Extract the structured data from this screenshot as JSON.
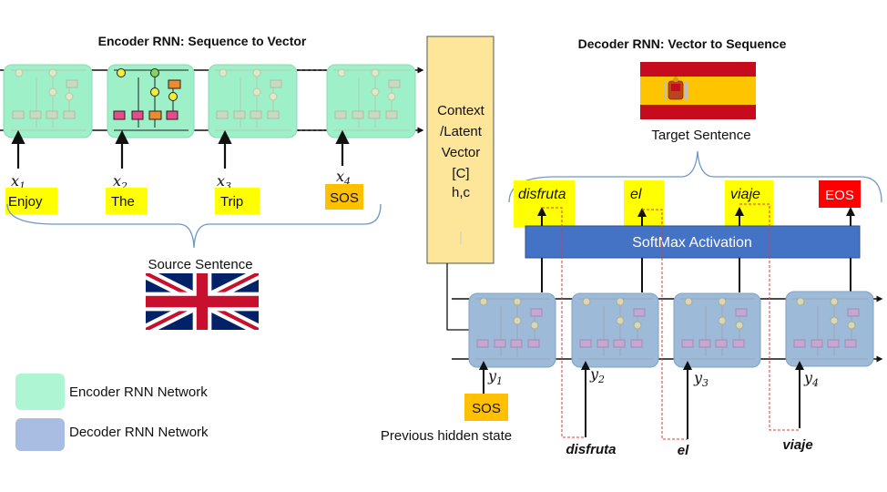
{
  "encoder": {
    "title": "Encoder RNN: Sequence to Vector",
    "inputs": [
      {
        "sym": "x",
        "sub": "1",
        "word": "Enjoy"
      },
      {
        "sym": "x",
        "sub": "2",
        "word": "The"
      },
      {
        "sym": "x",
        "sub": "3",
        "word": "Trip"
      },
      {
        "sym": "x",
        "sub": "4",
        "word": "SOS"
      }
    ],
    "source_label": "Source Sentence"
  },
  "context": {
    "lines": [
      "Context",
      "/Latent",
      "Vector",
      "[C]",
      "h,c"
    ]
  },
  "decoder": {
    "title": "Decoder RNN: Vector to Sequence",
    "target_label": "Target Sentence",
    "softmax_label": "SoftMax Activation",
    "outputs": [
      "disfruta",
      "el",
      "viaje",
      "EOS"
    ],
    "y_labels": [
      {
        "sym": "y",
        "sub": "1"
      },
      {
        "sym": "y",
        "sub": "2"
      },
      {
        "sym": "y",
        "sub": "3"
      },
      {
        "sym": "y",
        "sub": "4"
      }
    ],
    "sos_label": "SOS",
    "prev_hidden_label": "Previous hidden state",
    "fed_back": [
      "disfruta",
      "el",
      "viaje"
    ]
  },
  "legend": {
    "encoder": "Encoder RNN Network",
    "decoder": "Decoder RNN Network"
  },
  "colors": {
    "encoder_cell": "#9ef0c8",
    "decoder_cell": "#9dbbd8",
    "highlight": "#ffff00",
    "sos": "#ffc000",
    "eos": "#ff0000",
    "softmax": "#4472c4",
    "context_box": "#fde599",
    "brace": "#6e97c9"
  },
  "icons": [
    "spain-flag",
    "uk-flag"
  ]
}
